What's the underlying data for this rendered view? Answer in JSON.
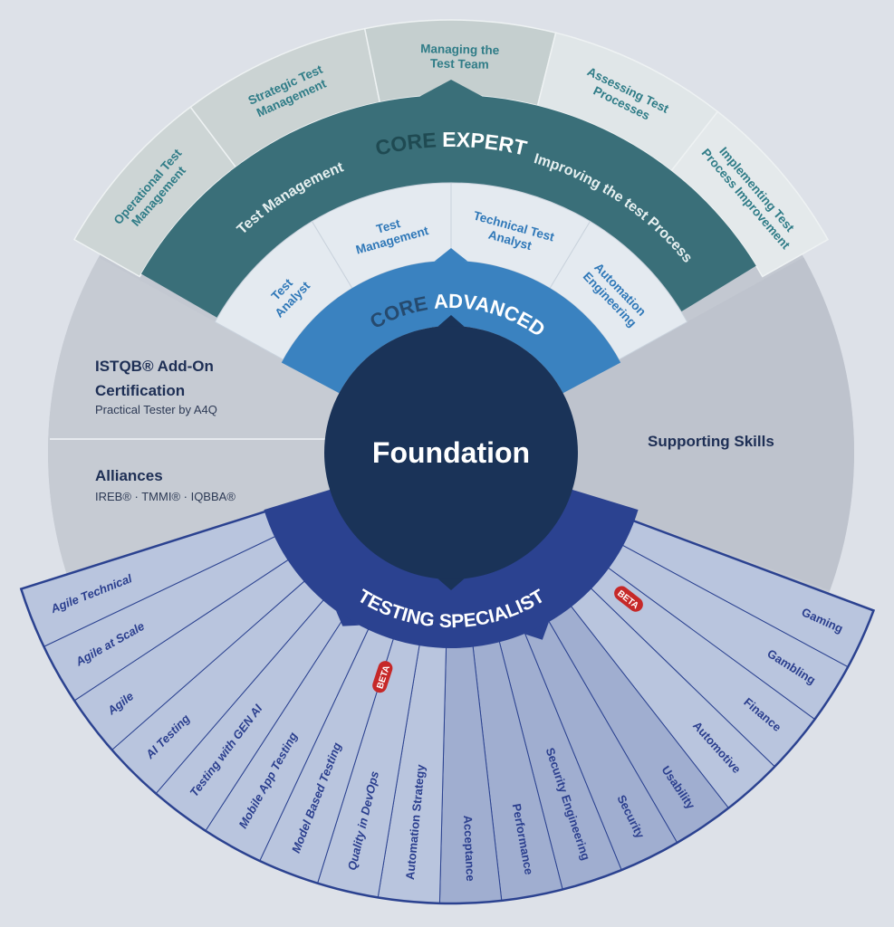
{
  "foundation": {
    "label": "Foundation"
  },
  "core_advanced": {
    "prefix": "CORE",
    "label": "ADVANCED"
  },
  "core_expert": {
    "prefix": "CORE",
    "label": "EXPERT",
    "streams": [
      "Test Management",
      "Improving the test Process"
    ]
  },
  "testing_specialist": {
    "label": "TESTING SPECIALIST"
  },
  "advanced_items": [
    {
      "lines": [
        "Test",
        "Analyst"
      ]
    },
    {
      "lines": [
        "Test",
        "Management"
      ]
    },
    {
      "lines": [
        "Technical Test",
        "Analyst"
      ]
    },
    {
      "lines": [
        "Automation",
        "Engineering"
      ]
    }
  ],
  "expert_items": [
    {
      "lines": [
        "Operational Test",
        "Management"
      ]
    },
    {
      "lines": [
        "Strategic Test",
        "Management"
      ]
    },
    {
      "lines": [
        "Managing the",
        "Test Team"
      ]
    },
    {
      "lines": [
        "Assessing Test",
        "Processes"
      ]
    },
    {
      "lines": [
        "Implementing Test",
        "Process Improvement"
      ]
    }
  ],
  "addon": {
    "title": "ISTQB® Add-On",
    "title2": "Certification",
    "subtitle": "Practical Tester by A4Q"
  },
  "alliances": {
    "title": "Alliances",
    "subtitle": "IREB® · TMMI® · IQBBA®"
  },
  "supporting": {
    "title": "Supporting Skills"
  },
  "specialist_items": [
    {
      "label": "Gaming"
    },
    {
      "label": "Gambling"
    },
    {
      "label": "Finance"
    },
    {
      "label": "Automotive"
    },
    {
      "label": "Usability"
    },
    {
      "label": "Security"
    },
    {
      "label": "Security Engineering"
    },
    {
      "label": "Performance"
    },
    {
      "label": "Acceptance"
    },
    {
      "label": "Automation Strategy"
    },
    {
      "label": "Quality in DevOps"
    },
    {
      "label": "Model Based Testing"
    },
    {
      "label": "Mobile App Testing"
    },
    {
      "label": "Testing with GEN AI"
    },
    {
      "label": "AI Testing"
    },
    {
      "label": "Agile"
    },
    {
      "label": "Agile at Scale"
    },
    {
      "label": "Agile Technical"
    }
  ],
  "badges": {
    "beta": "BETA"
  },
  "colors": {
    "background": "#dde1e8",
    "gray": "#c3c8d1",
    "expert_ring": "#3a6f79",
    "advanced_core": "#3a82c0",
    "foundation": "#1a3358",
    "specialist_band": "#2b4290",
    "specialist_light": "#b9c5de",
    "specialist_dark": "#a0aed0",
    "beta": "#c62828"
  }
}
